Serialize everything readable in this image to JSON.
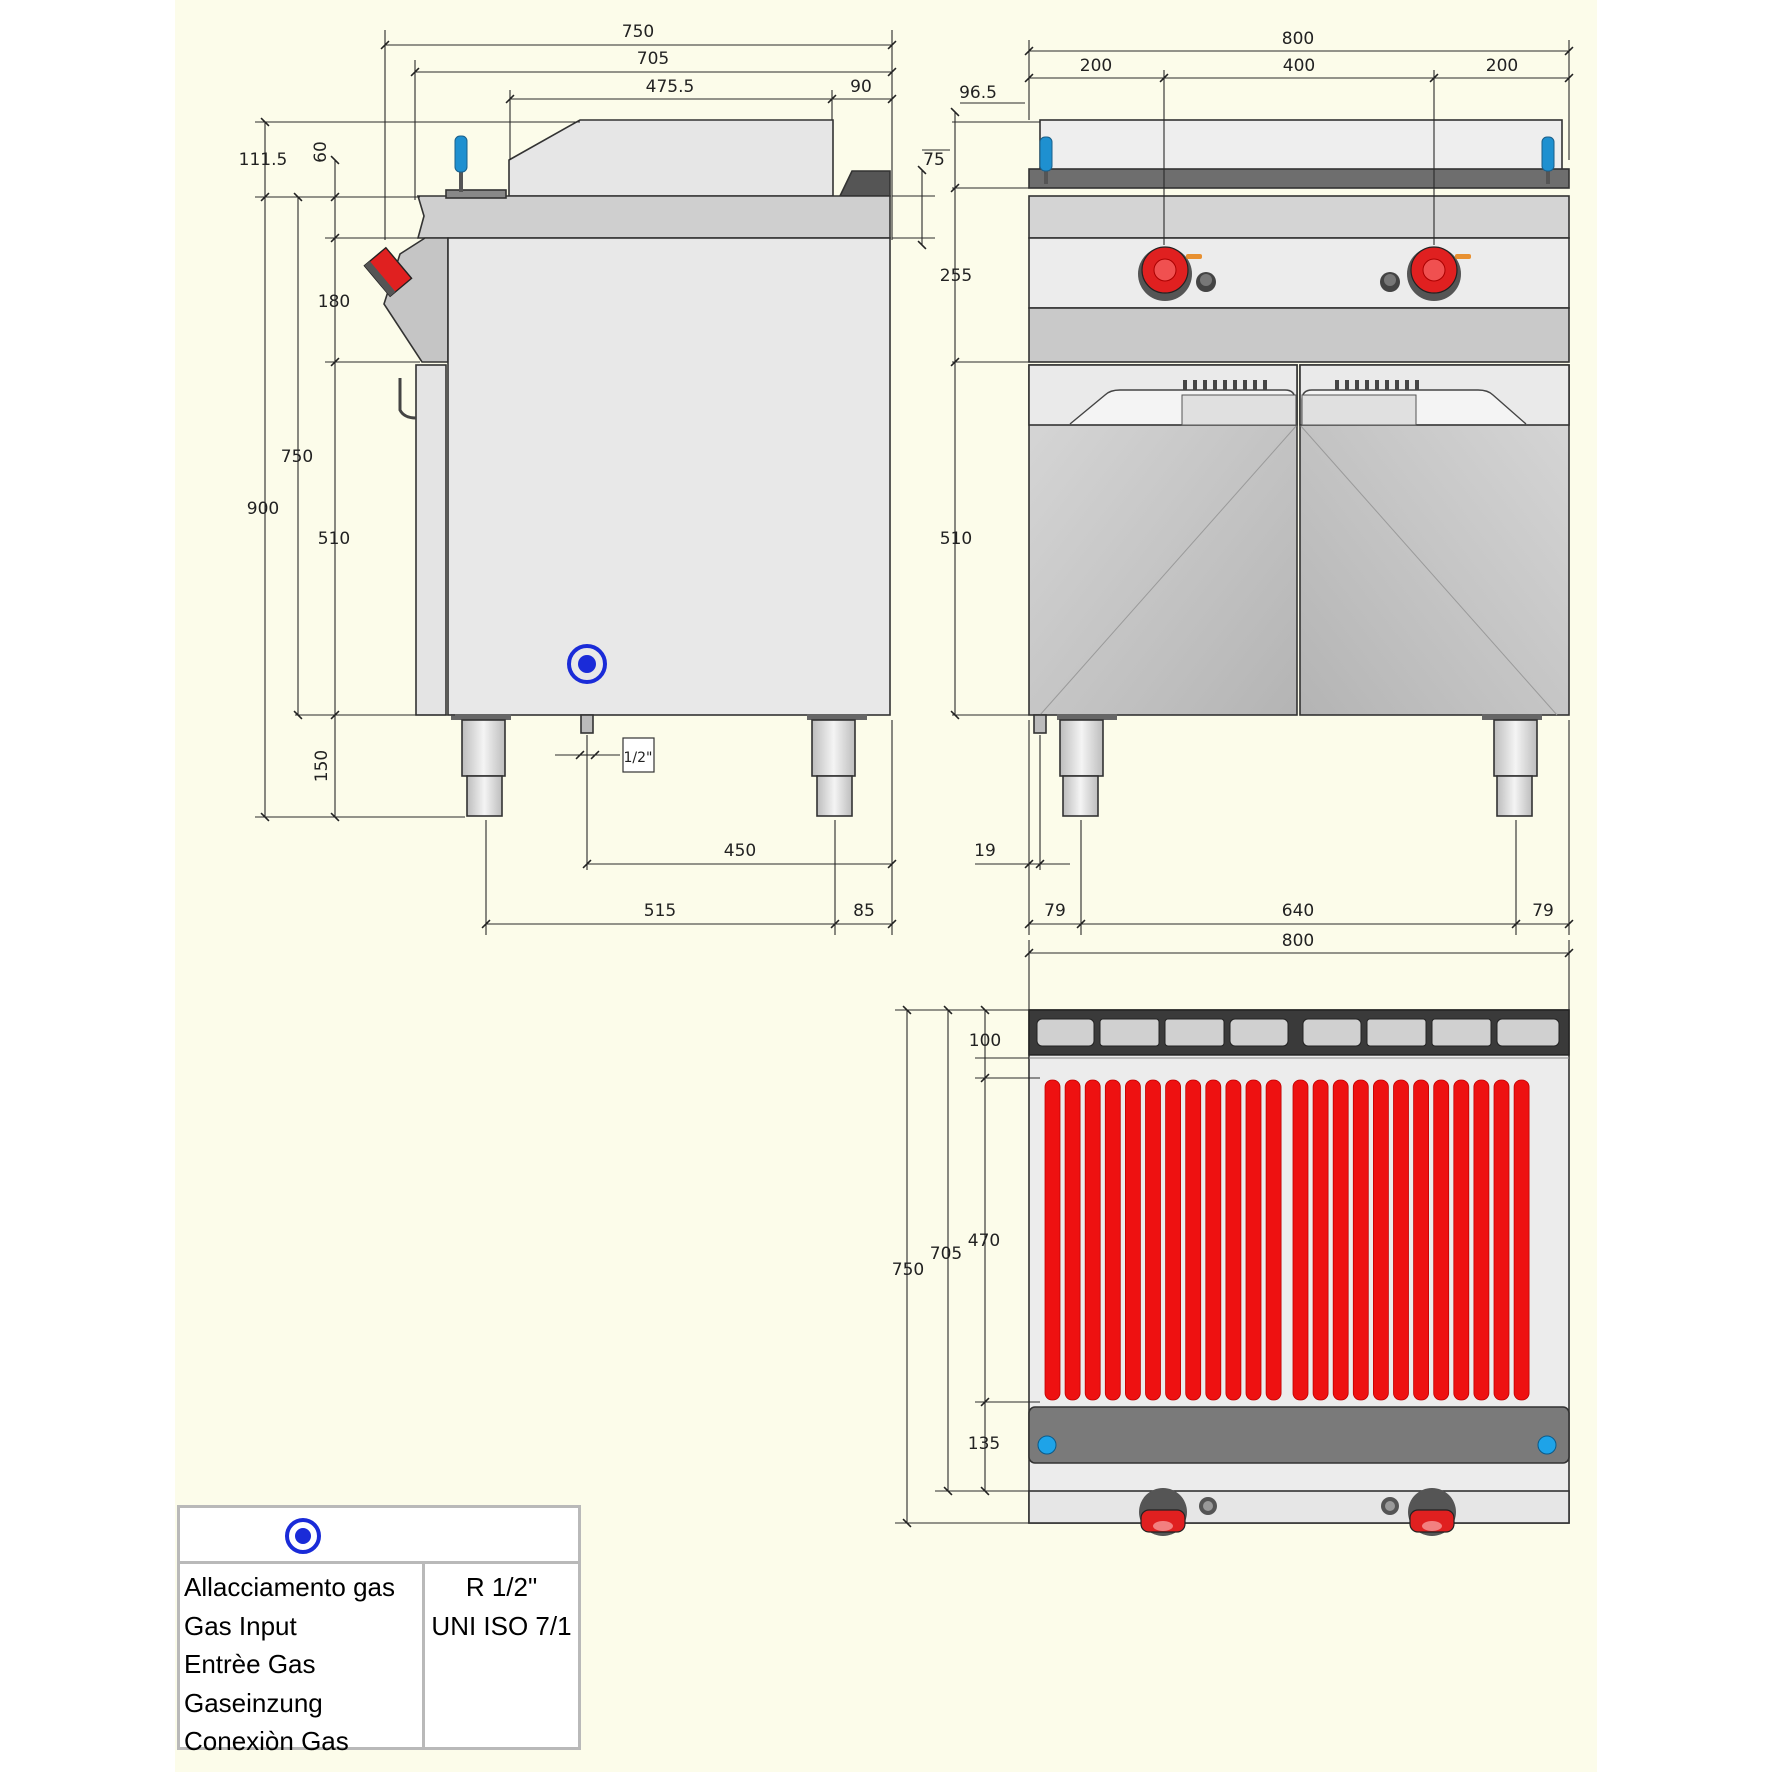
{
  "colors": {
    "background": "#fcfcea",
    "steel_light": "#e8e8e8",
    "steel_mid": "#c9c9c9",
    "steel_dark": "#8c8c8c",
    "burner_red": "#ee1111",
    "knob_red": "#e02020",
    "handle_blue": "#1e90d0",
    "gas_symbol_blue": "#1a2bd8",
    "line": "#2a2a2a"
  },
  "dimensions": {
    "side": {
      "w_750": "750",
      "w_705": "705",
      "w_475_5": "475.5",
      "w_90": "90",
      "h_111_5": "111.5",
      "h_60": "60",
      "h_75": "75",
      "h_180": "180",
      "h_750": "750",
      "h_900": "900",
      "h_510": "510",
      "h_150": "150",
      "pipe": "1/2\"",
      "d_450": "450",
      "d_515": "515",
      "d_85": "85"
    },
    "front": {
      "w_800": "800",
      "w_200_l": "200",
      "w_400": "400",
      "w_200_r": "200",
      "h_96_5": "96.5",
      "h_255": "255",
      "h_510": "510",
      "d_19": "19",
      "f_79_l": "79",
      "f_640": "640",
      "f_79_r": "79"
    },
    "top": {
      "w_800": "800",
      "h_750": "750",
      "h_705": "705",
      "h_100": "100",
      "h_470": "470",
      "h_135": "135"
    }
  },
  "legend": {
    "symbol": "gas-connection-icon",
    "labels": [
      "Allacciamento gas",
      "Gas Input",
      "Entrèe Gas",
      "Gaseinzung",
      "Conexiòn Gas"
    ],
    "values": [
      "R 1/2\"",
      "UNI ISO 7/1"
    ]
  }
}
